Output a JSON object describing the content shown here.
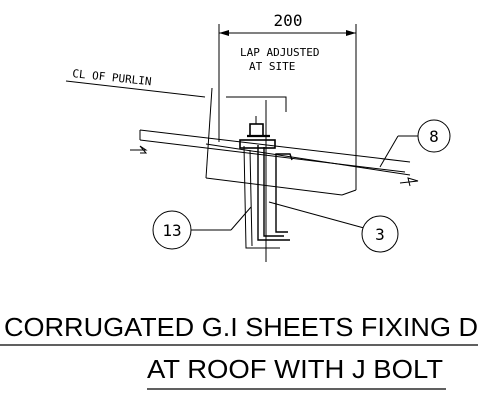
{
  "drawing": {
    "dimension": {
      "value": "200"
    },
    "notes": {
      "lap_line1": "LAP ADJUSTED",
      "lap_line2": "AT SITE",
      "purlin_label": "CL OF PURLIN"
    },
    "callouts": [
      {
        "id": "callout-8",
        "text": "8"
      },
      {
        "id": "callout-13",
        "text": "13"
      },
      {
        "id": "callout-3",
        "text": "3"
      }
    ]
  },
  "title": {
    "line1": "CORRUGATED G.I SHEETS FIXING D",
    "line2": "AT ROOF  WITH J BOLT"
  }
}
